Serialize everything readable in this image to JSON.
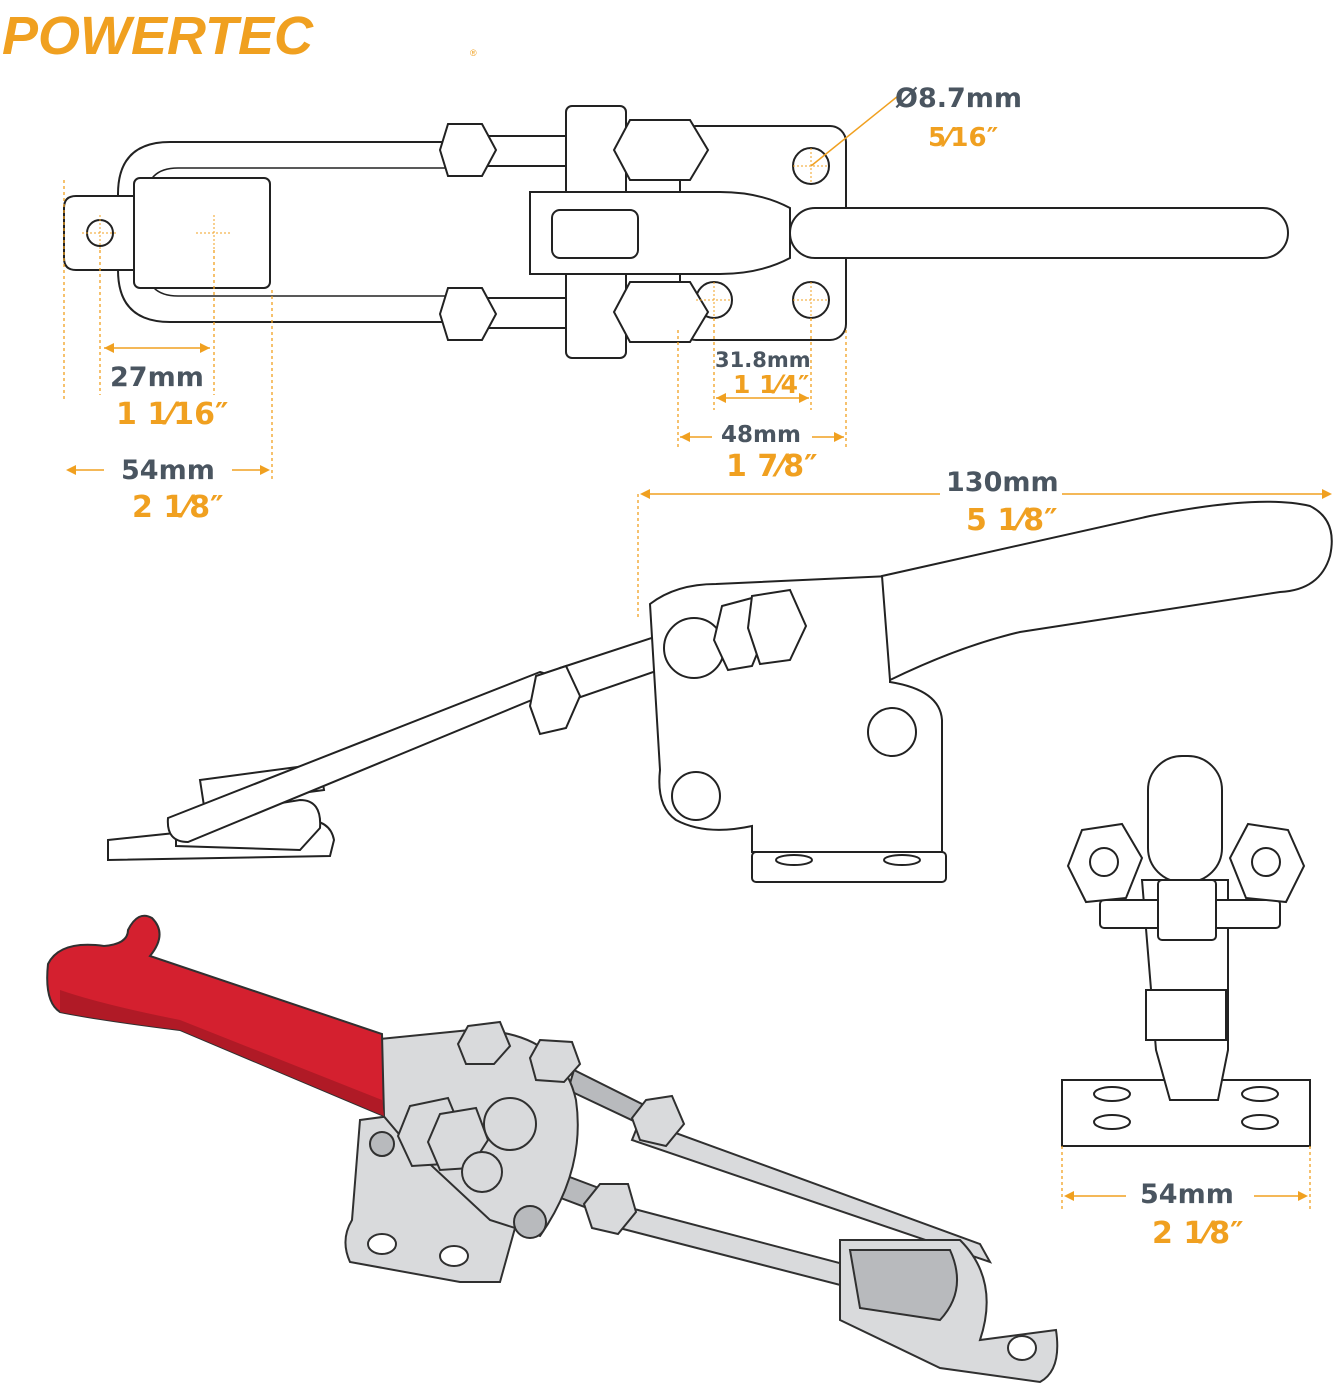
{
  "brand": {
    "name": "POWERTEC",
    "registered": "®"
  },
  "colors": {
    "accent": "#f0a020",
    "metric_text": "#4a5560",
    "handle_red": "#d4202f"
  },
  "top_view": {
    "hole": {
      "metric": "Ø8.7mm",
      "imperial": "5⁄16″"
    },
    "mount_spacing": {
      "metric": "31.8mm",
      "imperial": "1 1⁄4″"
    },
    "base_width": {
      "metric": "48mm",
      "imperial": "1 7⁄8″"
    },
    "latch_holes": {
      "metric": "27mm",
      "imperial": "1 1⁄16″"
    },
    "latch_width": {
      "metric": "54mm",
      "imperial": "2 1⁄8″"
    }
  },
  "side_view": {
    "overall_length": {
      "metric": "130mm",
      "imperial": "5 1⁄8″"
    }
  },
  "end_view": {
    "base_width": {
      "metric": "54mm",
      "imperial": "2 1⁄8″"
    }
  }
}
